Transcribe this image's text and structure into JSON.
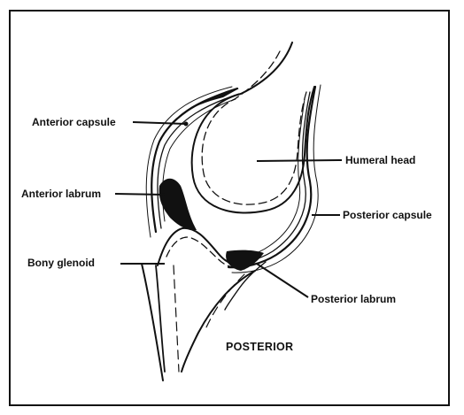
{
  "diagram": {
    "labels": {
      "anterior_capsule": "Anterior capsule",
      "humeral_head": "Humeral head",
      "anterior_labrum": "Anterior labrum",
      "posterior_capsule": "Posterior capsule",
      "bony_glenoid": "Bony glenoid",
      "posterior_labrum": "Posterior labrum",
      "orientation": "POSTERIOR"
    }
  },
  "colors": {
    "ink": "#111111",
    "background": "#ffffff"
  }
}
